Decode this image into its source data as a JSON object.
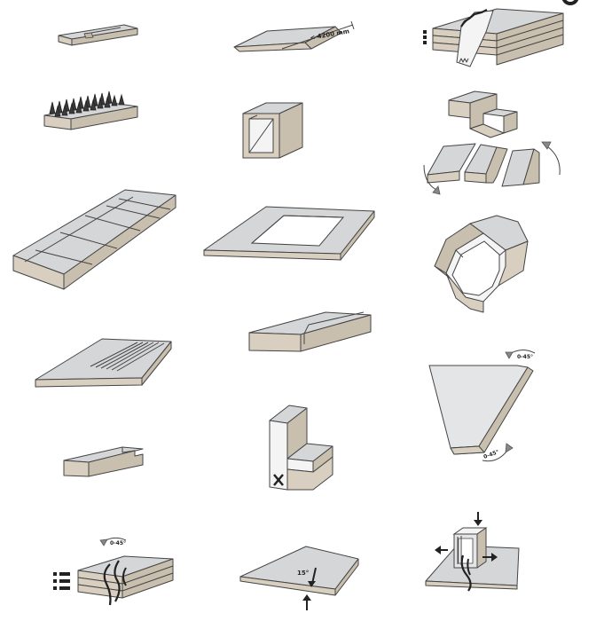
{
  "figure": {
    "labels": {
      "length_dimension": "< 4200 mm",
      "angle_range_top": "0-45°",
      "angle_range_bottom": "0-45°",
      "angle_range_cut": "0-45°",
      "bevel_angle": "15°"
    }
  }
}
